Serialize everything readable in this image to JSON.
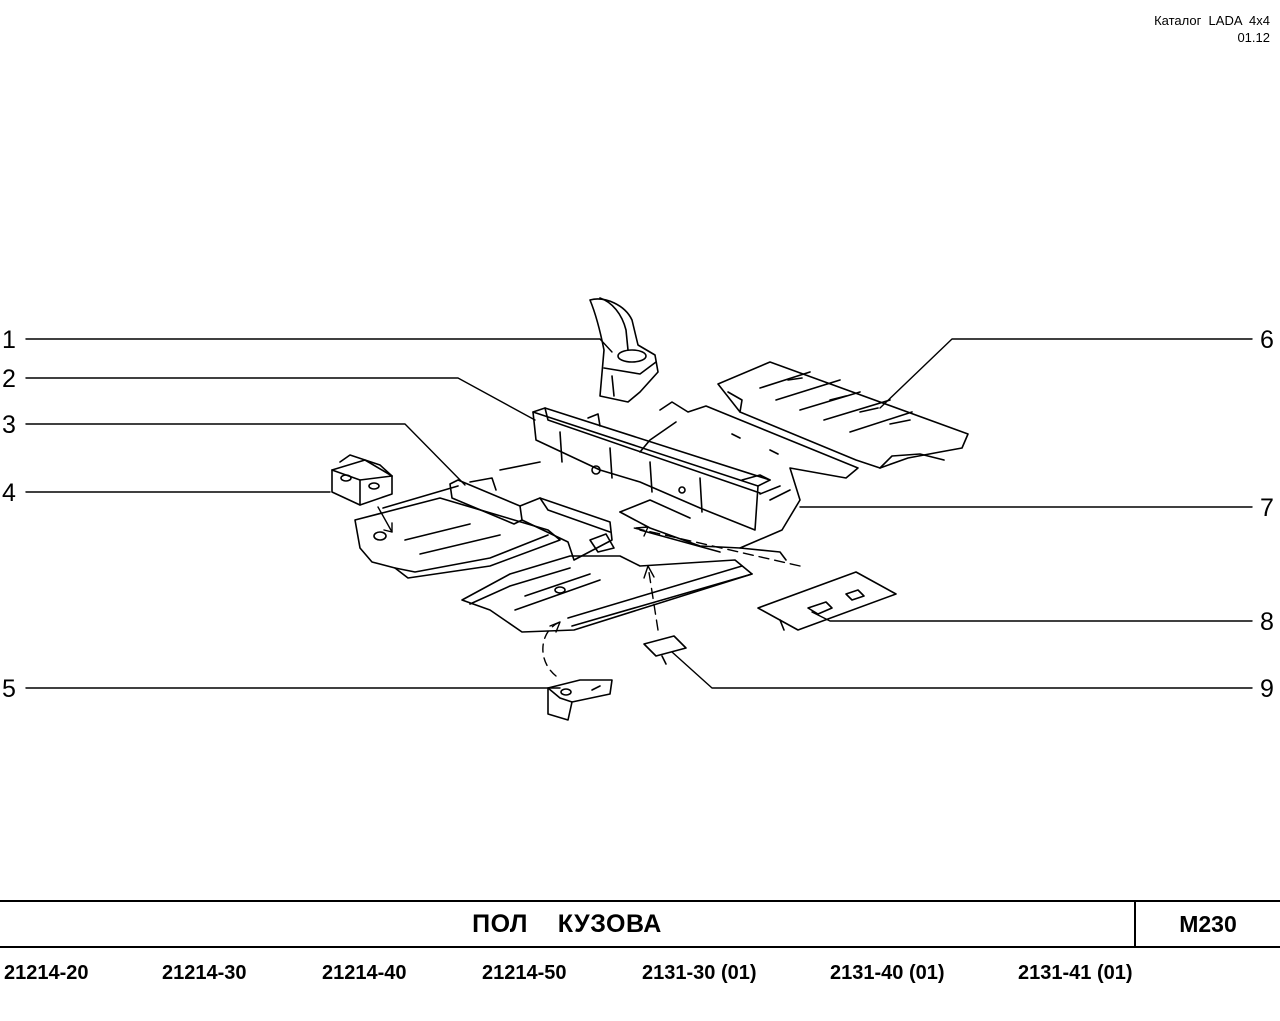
{
  "header": {
    "catalog_label": "Каталог  LADA  4x4",
    "catalog_date": "01.12"
  },
  "callouts": {
    "left": [
      "1",
      "2",
      "3",
      "4",
      "5"
    ],
    "right": [
      "6",
      "7",
      "8",
      "9"
    ]
  },
  "title_block": {
    "title": "ПОЛ    КУЗОВА",
    "code": "M230"
  },
  "models": [
    "21214-20",
    "21214-30",
    "21214-40",
    "21214-50",
    "2131-30 (01)",
    "2131-40 (01)",
    "2131-41 (01)"
  ],
  "colors": {
    "ink": "#000000",
    "paper": "#ffffff"
  }
}
